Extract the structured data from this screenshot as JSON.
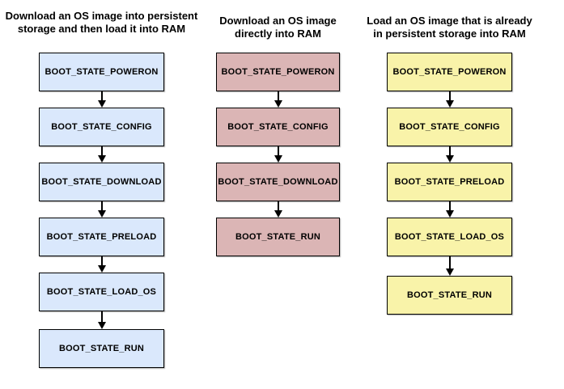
{
  "diagram": {
    "type": "flowchart",
    "background": "#ffffff",
    "box_border_color": "#000000",
    "text_color": "#000000",
    "columns": [
      {
        "name": "download-to-persistent-then-load",
        "title_lines": [
          "Download an OS image into persistent",
          "storage and then load it into RAM"
        ],
        "box_fill": "#dae8fc",
        "states": [
          "BOOT_STATE_POWERON",
          "BOOT_STATE_CONFIG",
          "BOOT_STATE_DOWNLOAD",
          "BOOT_STATE_PRELOAD",
          "BOOT_STATE_LOAD_OS",
          "BOOT_STATE_RUN"
        ]
      },
      {
        "name": "download-directly-to-ram",
        "title_lines": [
          "Download an OS image",
          "directly into RAM"
        ],
        "box_fill": "#dbb5b5",
        "states": [
          "BOOT_STATE_POWERON",
          "BOOT_STATE_CONFIG",
          "BOOT_STATE_DOWNLOAD",
          "BOOT_STATE_RUN"
        ]
      },
      {
        "name": "load-from-persistent-storage",
        "title_lines": [
          "Load an OS image that is already",
          "in persistent storage into RAM"
        ],
        "box_fill": "#f9f3a9",
        "states": [
          "BOOT_STATE_POWERON",
          "BOOT_STATE_CONFIG",
          "BOOT_STATE_PRELOAD",
          "BOOT_STATE_LOAD_OS",
          "BOOT_STATE_RUN"
        ]
      }
    ]
  }
}
